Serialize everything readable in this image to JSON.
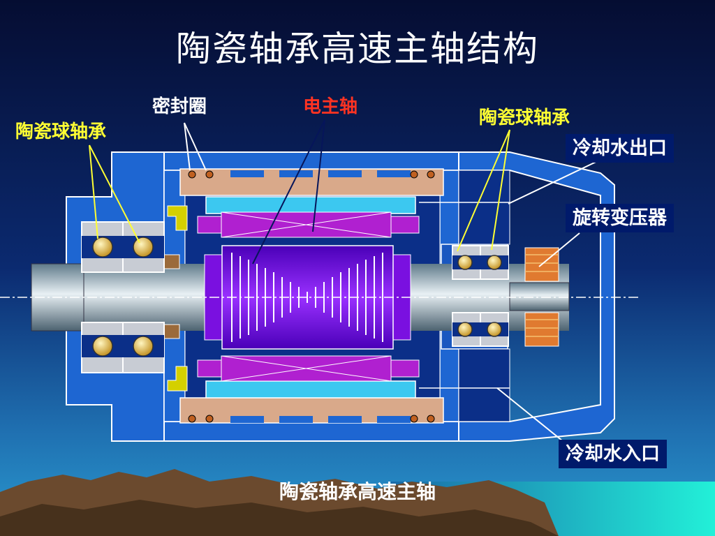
{
  "slide": {
    "title": "陶瓷轴承高速主轴结构",
    "caption": "陶瓷轴承高速主轴"
  },
  "labels": {
    "bearing_left": "陶瓷球轴承",
    "seal_ring": "密封圈",
    "motor_spindle": "电主轴",
    "bearing_right": "陶瓷球轴承",
    "coolant_outlet": "冷却水出口",
    "rotary_transformer": "旋转变压器",
    "coolant_inlet": "冷却水入口"
  },
  "colors": {
    "label_yellow": "#ffff33",
    "label_red": "#ff3322",
    "housing_blue": "#1e66d2",
    "rotor_purple": "#7a10e0",
    "stator_tan": "#d9a98a",
    "callout_box": "#001a6b"
  }
}
